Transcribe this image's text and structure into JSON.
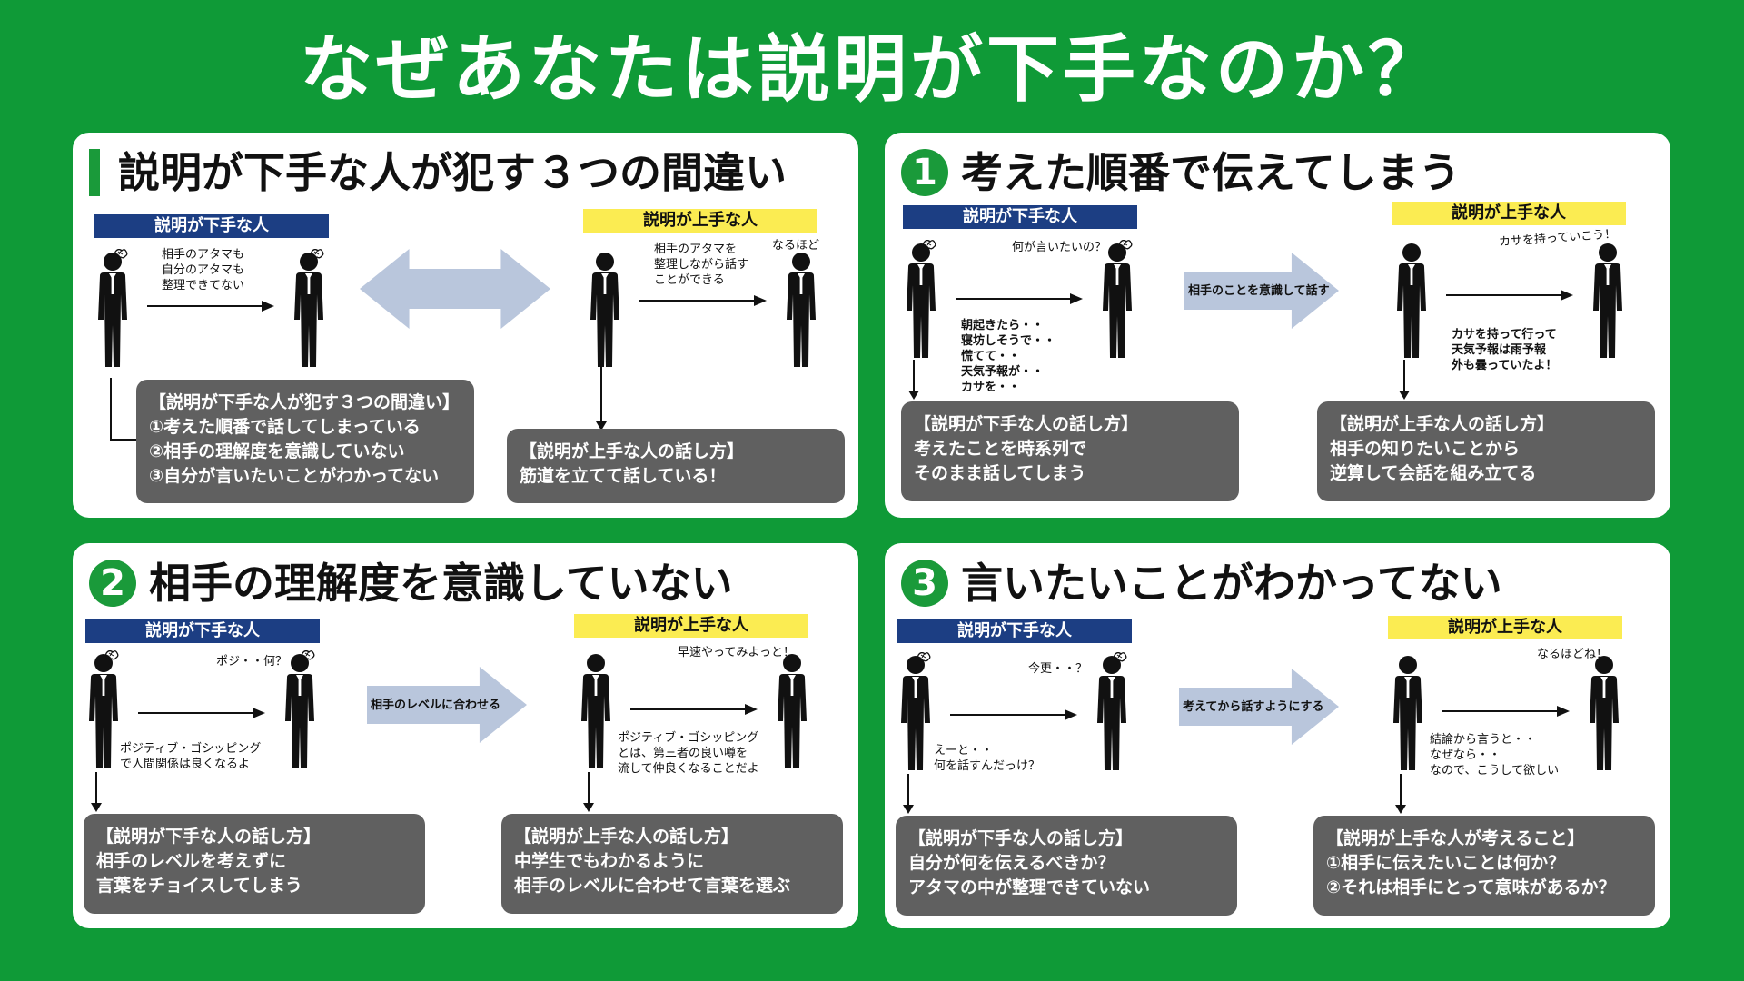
{
  "title": "なぜあなたは説明が下手なのか？",
  "panels": [
    {
      "heading": "説明が下手な人が犯す３つの間違い",
      "bad_label": "説明が下手な人",
      "good_label": "説明が上手な人",
      "bad_speech": [
        "相手のアタマも",
        "自分のアタマも",
        "整理できてない"
      ],
      "good_speech": [
        "相手のアタマを",
        "整理しながら話す",
        "ことができる"
      ],
      "good_reply": "なるほど",
      "bad_box": [
        "【説明が下手な人が犯す３つの間違い】",
        "①考えた順番で話してしまっている",
        "②相手の理解度を意識していない",
        "③自分が言いたいことがわかってない"
      ],
      "good_box": [
        "【説明が上手な人の話し方】",
        "筋道を立てて話している！"
      ]
    },
    {
      "number": "1",
      "heading": "考えた順番で伝えてしまう",
      "bad_label": "説明が下手な人",
      "good_label": "説明が上手な人",
      "bad_reply": "何が言いたいの？",
      "bad_speech": [
        "朝起きたら・・",
        "寝坊しそうで・・",
        "慌てて・・",
        "天気予報が・・",
        "カサを・・"
      ],
      "arrow_text": "相手のことを意識して話す",
      "good_reply": "カサを持っていこう！",
      "good_speech": [
        "カサを持って行って",
        "天気予報は雨予報",
        "外も曇っていたよ！"
      ],
      "bad_box": [
        "【説明が下手な人の話し方】",
        "考えたことを時系列で",
        "そのまま話してしまう"
      ],
      "good_box": [
        "【説明が上手な人の話し方】",
        "相手の知りたいことから",
        "逆算して会話を組み立てる"
      ]
    },
    {
      "number": "2",
      "heading": "相手の理解度を意識していない",
      "bad_label": "説明が下手な人",
      "good_label": "説明が上手な人",
      "bad_reply": "ポジ・・何？",
      "bad_speech": [
        "ポジティブ・ゴシッピング",
        "で人間関係は良くなるよ"
      ],
      "arrow_text": "相手のレベルに合わせる",
      "good_reply": "早速やってみよっと！",
      "good_speech": [
        "ポジティブ・ゴシッピング",
        "とは、第三者の良い噂を",
        "流して仲良くなることだよ"
      ],
      "bad_box": [
        "【説明が下手な人の話し方】",
        "相手のレベルを考えずに",
        "言葉をチョイスしてしまう"
      ],
      "good_box": [
        "【説明が上手な人の話し方】",
        "中学生でもわかるように",
        "相手のレベルに合わせて言葉を選ぶ"
      ]
    },
    {
      "number": "3",
      "heading": "言いたいことがわかってない",
      "bad_label": "説明が下手な人",
      "good_label": "説明が上手な人",
      "bad_reply": "今更・・？",
      "bad_speech": [
        "えーと・・",
        "何を話すんだっけ？"
      ],
      "arrow_text": "考えてから話すようにする",
      "good_reply": "なるほどね！",
      "good_speech": [
        "結論から言うと・・",
        "なぜなら・・",
        "なので、こうして欲しい"
      ],
      "bad_box": [
        "【説明が下手な人の話し方】",
        "自分が何を伝えるべきか？",
        "アタマの中が整理できていない"
      ],
      "good_box": [
        "【説明が上手な人が考えること】",
        "①相手に伝えたいことは何か？",
        "②それは相手にとって意味があるか？"
      ]
    }
  ],
  "colors": {
    "background": "#0f9a37",
    "bad_label": "#1c3e83",
    "good_label": "#fbec52",
    "box": "#606060",
    "big_arrow": "#b9c6dc",
    "accent": "#1a9a3a"
  }
}
